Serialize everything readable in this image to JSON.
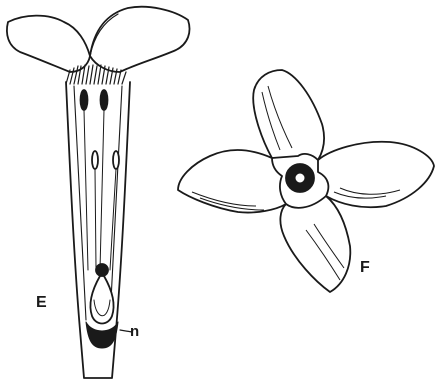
{
  "labels": {
    "figure_e": "E",
    "figure_f": "F",
    "nectary": "n"
  },
  "colors": {
    "ink": "#1a1a1a",
    "paper": "#ffffff"
  }
}
